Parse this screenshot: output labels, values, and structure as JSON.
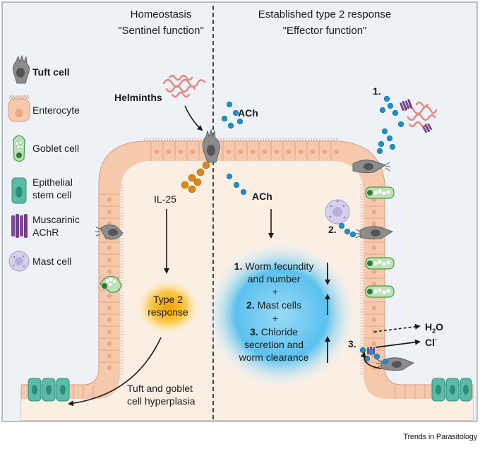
{
  "headers": {
    "left_title": "Homeostasis",
    "left_subtitle": "\"Sentinel function\"",
    "right_title": "Established type 2 response",
    "right_subtitle": "\"Effector function\""
  },
  "legend": [
    {
      "label": "Tuft cell",
      "bold": true,
      "icon": "tuft-cell-icon"
    },
    {
      "label": "Enterocyte",
      "icon": "enterocyte-icon"
    },
    {
      "label": "Goblet cell",
      "icon": "goblet-cell-icon"
    },
    {
      "label_lines": [
        "Epithelial",
        "stem cell"
      ],
      "icon": "epithelial-stem-cell-icon"
    },
    {
      "label_lines": [
        "Muscarinic",
        "AChR"
      ],
      "icon": "muscarinic-achr-icon"
    },
    {
      "label": "Mast cell",
      "icon": "mast-cell-icon"
    }
  ],
  "left_panel": {
    "helminths": "Helminths",
    "il25": "IL-25",
    "type2_lines": [
      "Type 2",
      "response"
    ],
    "hyperplasia_lines": [
      "Tuft and goblet",
      "cell hyperplasia"
    ]
  },
  "right_panel": {
    "ach_top": "ACh",
    "ach_mid": "ACh",
    "effects": [
      {
        "num": "1.",
        "text_lines": [
          "Worm fecundity",
          "and number"
        ],
        "arrow": "down"
      },
      {
        "num": "2.",
        "text_lines": [
          "Mast cells"
        ],
        "arrow": "up"
      },
      {
        "num": "3.",
        "text_lines": [
          "Chloride",
          "secretion and",
          "worm clearance"
        ],
        "arrow": "up"
      }
    ],
    "plus": "+",
    "step_labels": [
      "1.",
      "2.",
      "3."
    ],
    "h2o": "H",
    "h2o_sub": "2",
    "h2o_tail": "O",
    "cl": "Cl",
    "cl_sup": "-"
  },
  "footer": "Trends in Parasitology",
  "colors": {
    "lumen": "#fbefe4",
    "enterocyte": "#f7cdb2",
    "enterocyte_edge": "#d79b7f",
    "tuft": "#8c8c8c",
    "goblet": "#3e9a4a",
    "stem": "#3fae9a",
    "achr": "#6e3f86",
    "ach": "#1f8fc8",
    "il25": "#d98a14",
    "helminth": "#e6837c",
    "mast": "#c9c3e4",
    "type2": "#f5a800",
    "effect_glow": "#4fc3f7"
  }
}
